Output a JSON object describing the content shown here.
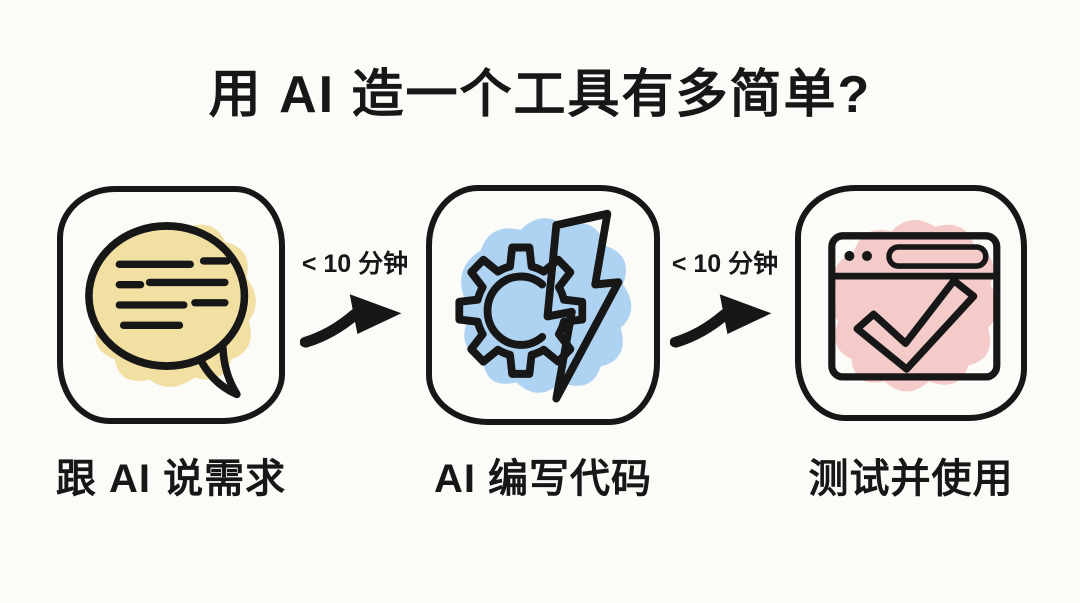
{
  "title": "用 AI 造一个工具有多简单?",
  "steps": [
    {
      "label": "跟 AI 说需求",
      "icon": "speech-bubble-icon",
      "accent": "#f2dfa2"
    },
    {
      "label": "AI 编写代码",
      "icon": "gear-lightning-icon",
      "accent": "#aed3f2"
    },
    {
      "label": "测试并使用",
      "icon": "browser-check-icon",
      "accent": "#f5cbca"
    }
  ],
  "arrows": [
    {
      "label": "< 10 分钟"
    },
    {
      "label": "< 10 分钟"
    }
  ],
  "colors": {
    "background": "#fbfbf8",
    "ink": "#171717",
    "yellow": "#f2dfa2",
    "blue": "#aed3f2",
    "pink": "#f5cbca"
  }
}
